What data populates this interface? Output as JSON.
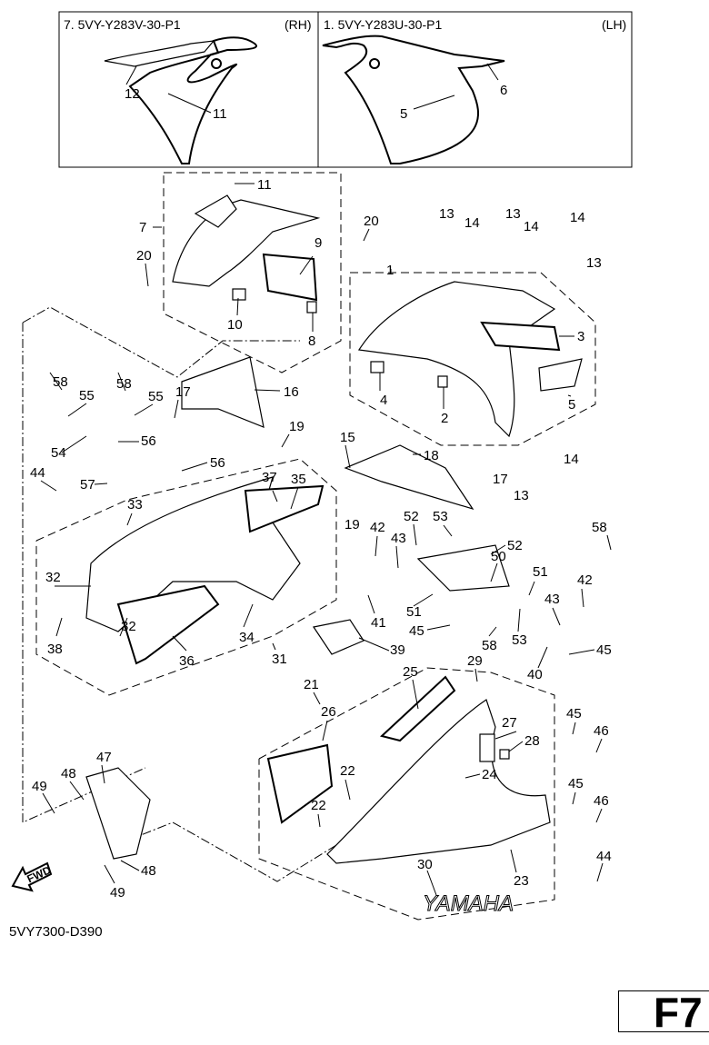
{
  "diagram": {
    "title_boxes": [
      {
        "ref": "7",
        "part_number": "5VY-Y283V-30-P1",
        "side": "(RH)",
        "callouts": [
          "12",
          "11"
        ]
      },
      {
        "ref": "1",
        "part_number": "5VY-Y283U-30-P1",
        "side": "(LH)",
        "callouts": [
          "6",
          "5"
        ]
      }
    ],
    "drawing_code": "5VY7300-D390",
    "direction_label": "FWD",
    "page_tag": "F7",
    "callouts": {
      "c1": "1",
      "c2": "2",
      "c3": "3",
      "c4": "4",
      "c5": "5",
      "c7": "7",
      "c8": "8",
      "c9": "9",
      "c10": "10",
      "c11": "11",
      "c13a": "13",
      "c13b": "13",
      "c13c": "13",
      "c13d": "13",
      "c14a": "14",
      "c14b": "14",
      "c14c": "14",
      "c14d": "14",
      "c15": "15",
      "c16": "16",
      "c17a": "17",
      "c17b": "17",
      "c18": "18",
      "c19a": "19",
      "c19b": "19",
      "c20a": "20",
      "c20b": "20",
      "c21": "21",
      "c22a": "22",
      "c22b": "22",
      "c23": "23",
      "c24": "24",
      "c25": "25",
      "c26": "26",
      "c27": "27",
      "c28": "28",
      "c29": "29",
      "c30": "30",
      "c31": "31",
      "c32a": "32",
      "c32b": "32",
      "c33": "33",
      "c34": "34",
      "c35": "35",
      "c36": "36",
      "c37": "37",
      "c38": "38",
      "c39": "39",
      "c40": "40",
      "c41": "41",
      "c42a": "42",
      "c42b": "42",
      "c43a": "43",
      "c43b": "43",
      "c44a": "44",
      "c44b": "44",
      "c45a": "45",
      "c45b": "45",
      "c45c": "45",
      "c45d": "45",
      "c46a": "46",
      "c46b": "46",
      "c47": "47",
      "c48a": "48",
      "c48b": "48",
      "c49a": "49",
      "c49b": "49",
      "c50": "50",
      "c51a": "51",
      "c51b": "51",
      "c52a": "52",
      "c52b": "52",
      "c53a": "53",
      "c53b": "53",
      "c54": "54",
      "c55a": "55",
      "c55b": "55",
      "c56a": "56",
      "c56b": "56",
      "c57": "57",
      "c58a": "58",
      "c58b": "58",
      "c58c": "58",
      "c58d": "58"
    },
    "decal_text": "YAMAHA"
  }
}
